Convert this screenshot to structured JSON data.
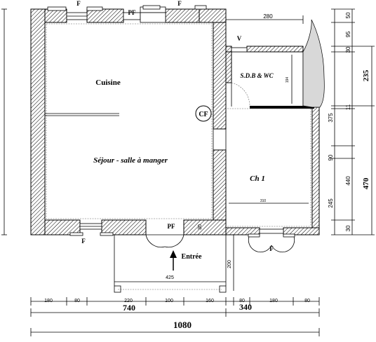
{
  "rooms": {
    "kitchen": "Cuisine",
    "living": "Séjour - salle à manger",
    "bathroom": "S.D.B & WC",
    "bedroom": "Ch 1"
  },
  "openings": {
    "window_top_left": "F",
    "door_top_middle": "PF",
    "window_top_right": "F",
    "window_bath": "V",
    "window_bottom_left": "F",
    "door_bottom_middle": "PF",
    "window_bottom_right": "F"
  },
  "fixtures": {
    "boiler": "CF"
  },
  "entrance": "Entrée",
  "dimensions": {
    "top_280": "280",
    "bath_194": "194",
    "bedroom_310": "310",
    "door_30": "30",
    "terrace_425": "425",
    "terrace_200": "200",
    "bottom_segments": [
      "180",
      "80",
      "220",
      "100",
      "160",
      "80",
      "180",
      "80"
    ],
    "total_740": "740",
    "total_340": "340",
    "total_1080": "1080",
    "right_small": [
      "50",
      "95",
      "30",
      "11",
      "30"
    ],
    "right_375": "375",
    "right_90": "90",
    "right_440": "440",
    "right_245": "245",
    "right_235": "235",
    "right_470": "470"
  }
}
